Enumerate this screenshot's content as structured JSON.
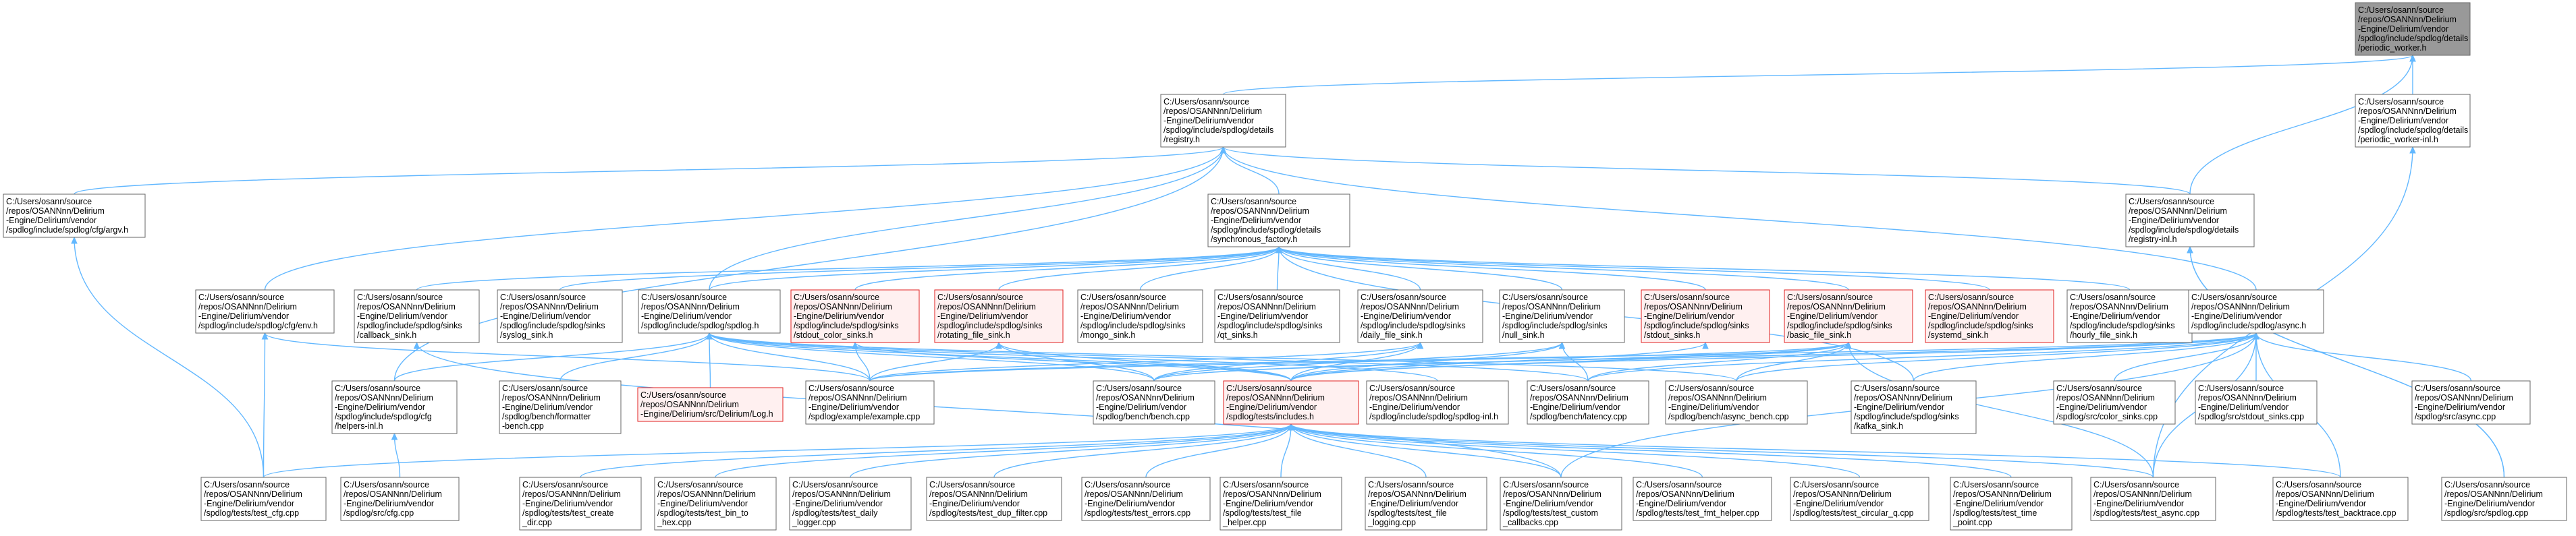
{
  "graph": {
    "edge_color": "#63b8ff",
    "root_fill": "#999999",
    "highlight_border": "#e02020",
    "nodes": [
      {
        "id": "periodic_worker",
        "kind": "root",
        "lines": [
          "C:/Users/osann/source",
          "/repos/OSANNnn/Delirium",
          "-Engine/Delirium/vendor",
          "/spdlog/include/spdlog/details",
          "/periodic_worker.h"
        ]
      },
      {
        "id": "registry",
        "lines": [
          "C:/Users/osann/source",
          "/repos/OSANNnn/Delirium",
          "-Engine/Delirium/vendor",
          "/spdlog/include/spdlog/details",
          "/registry.h"
        ]
      },
      {
        "id": "periodic_worker_inl",
        "lines": [
          "C:/Users/osann/source",
          "/repos/OSANNnn/Delirium",
          "-Engine/Delirium/vendor",
          "/spdlog/include/spdlog/details",
          "/periodic_worker-inl.h"
        ]
      },
      {
        "id": "cfg_argv",
        "lines": [
          "C:/Users/osann/source",
          "/repos/OSANNnn/Delirium",
          "-Engine/Delirium/vendor",
          "/spdlog/include/spdlog/cfg/argv.h"
        ]
      },
      {
        "id": "synchronous_factory",
        "lines": [
          "C:/Users/osann/source",
          "/repos/OSANNnn/Delirium",
          "-Engine/Delirium/vendor",
          "/spdlog/include/spdlog/details",
          "/synchronous_factory.h"
        ]
      },
      {
        "id": "registry_inl",
        "lines": [
          "C:/Users/osann/source",
          "/repos/OSANNnn/Delirium",
          "-Engine/Delirium/vendor",
          "/spdlog/include/spdlog/details",
          "/registry-inl.h"
        ]
      },
      {
        "id": "cfg_env",
        "lines": [
          "C:/Users/osann/source",
          "/repos/OSANNnn/Delirium",
          "-Engine/Delirium/vendor",
          "/spdlog/include/spdlog/cfg/env.h"
        ]
      },
      {
        "id": "callback_sink",
        "lines": [
          "C:/Users/osann/source",
          "/repos/OSANNnn/Delirium",
          "-Engine/Delirium/vendor",
          "/spdlog/include/spdlog/sinks",
          "/callback_sink.h"
        ]
      },
      {
        "id": "syslog_sink",
        "lines": [
          "C:/Users/osann/source",
          "/repos/OSANNnn/Delirium",
          "-Engine/Delirium/vendor",
          "/spdlog/include/spdlog/sinks",
          "/syslog_sink.h"
        ]
      },
      {
        "id": "spdlog_h",
        "lines": [
          "C:/Users/osann/source",
          "/repos/OSANNnn/Delirium",
          "-Engine/Delirium/vendor",
          "/spdlog/include/spdlog/spdlog.h"
        ]
      },
      {
        "id": "stdout_color_sinks",
        "kind": "hl",
        "lines": [
          "C:/Users/osann/source",
          "/repos/OSANNnn/Delirium",
          "-Engine/Delirium/vendor",
          "/spdlog/include/spdlog/sinks",
          "/stdout_color_sinks.h"
        ]
      },
      {
        "id": "rotating_file_sink",
        "kind": "hl",
        "lines": [
          "C:/Users/osann/source",
          "/repos/OSANNnn/Delirium",
          "-Engine/Delirium/vendor",
          "/spdlog/include/spdlog/sinks",
          "/rotating_file_sink.h"
        ]
      },
      {
        "id": "mongo_sink",
        "lines": [
          "C:/Users/osann/source",
          "/repos/OSANNnn/Delirium",
          "-Engine/Delirium/vendor",
          "/spdlog/include/spdlog/sinks",
          "/mongo_sink.h"
        ]
      },
      {
        "id": "qt_sinks",
        "lines": [
          "C:/Users/osann/source",
          "/repos/OSANNnn/Delirium",
          "-Engine/Delirium/vendor",
          "/spdlog/include/spdlog/sinks",
          "/qt_sinks.h"
        ]
      },
      {
        "id": "daily_file_sink",
        "lines": [
          "C:/Users/osann/source",
          "/repos/OSANNnn/Delirium",
          "-Engine/Delirium/vendor",
          "/spdlog/include/spdlog/sinks",
          "/daily_file_sink.h"
        ]
      },
      {
        "id": "null_sink",
        "lines": [
          "C:/Users/osann/source",
          "/repos/OSANNnn/Delirium",
          "-Engine/Delirium/vendor",
          "/spdlog/include/spdlog/sinks",
          "/null_sink.h"
        ]
      },
      {
        "id": "stdout_sinks",
        "kind": "hl",
        "lines": [
          "C:/Users/osann/source",
          "/repos/OSANNnn/Delirium",
          "-Engine/Delirium/vendor",
          "/spdlog/include/spdlog/sinks",
          "/stdout_sinks.h"
        ]
      },
      {
        "id": "basic_file_sink",
        "kind": "hl",
        "lines": [
          "C:/Users/osann/source",
          "/repos/OSANNnn/Delirium",
          "-Engine/Delirium/vendor",
          "/spdlog/include/spdlog/sinks",
          "/basic_file_sink.h"
        ]
      },
      {
        "id": "systemd_sink",
        "kind": "hl",
        "lines": [
          "C:/Users/osann/source",
          "/repos/OSANNnn/Delirium",
          "-Engine/Delirium/vendor",
          "/spdlog/include/spdlog/sinks",
          "/systemd_sink.h"
        ]
      },
      {
        "id": "hourly_file_sink",
        "lines": [
          "C:/Users/osann/source",
          "/repos/OSANNnn/Delirium",
          "-Engine/Delirium/vendor",
          "/spdlog/include/spdlog/sinks",
          "/hourly_file_sink.h"
        ]
      },
      {
        "id": "async_h",
        "lines": [
          "C:/Users/osann/source",
          "/repos/OSANNnn/Delirium",
          "-Engine/Delirium/vendor",
          "/spdlog/include/spdlog/async.h"
        ]
      },
      {
        "id": "helpers_inl",
        "lines": [
          "C:/Users/osann/source",
          "/repos/OSANNnn/Delirium",
          "-Engine/Delirium/vendor",
          "/spdlog/include/spdlog/cfg",
          "/helpers-inl.h"
        ]
      },
      {
        "id": "formatter_bench",
        "lines": [
          "C:/Users/osann/source",
          "/repos/OSANNnn/Delirium",
          "-Engine/Delirium/vendor",
          "/spdlog/bench/formatter",
          "-bench.cpp"
        ]
      },
      {
        "id": "log_h",
        "kind": "hl",
        "lines": [
          "C:/Users/osann/source",
          "/repos/OSANNnn/Delirium",
          "-Engine/Delirium/src/Delirium/Log.h"
        ]
      },
      {
        "id": "example_cpp",
        "lines": [
          "C:/Users/osann/source",
          "/repos/OSANNnn/Delirium",
          "-Engine/Delirium/vendor",
          "/spdlog/example/example.cpp"
        ]
      },
      {
        "id": "bench_cpp",
        "lines": [
          "C:/Users/osann/source",
          "/repos/OSANNnn/Delirium",
          "-Engine/Delirium/vendor",
          "/spdlog/bench/bench.cpp"
        ]
      },
      {
        "id": "includes_h",
        "kind": "hl",
        "lines": [
          "C:/Users/osann/source",
          "/repos/OSANNnn/Delirium",
          "-Engine/Delirium/vendor",
          "/spdlog/tests/includes.h"
        ]
      },
      {
        "id": "spdlog_inl",
        "lines": [
          "C:/Users/osann/source",
          "/repos/OSANNnn/Delirium",
          "-Engine/Delirium/vendor",
          "/spdlog/include/spdlog/spdlog-inl.h"
        ]
      },
      {
        "id": "latency_cpp",
        "lines": [
          "C:/Users/osann/source",
          "/repos/OSANNnn/Delirium",
          "-Engine/Delirium/vendor",
          "/spdlog/bench/latency.cpp"
        ]
      },
      {
        "id": "async_bench_cpp",
        "lines": [
          "C:/Users/osann/source",
          "/repos/OSANNnn/Delirium",
          "-Engine/Delirium/vendor",
          "/spdlog/bench/async_bench.cpp"
        ]
      },
      {
        "id": "kafka_sink",
        "lines": [
          "C:/Users/osann/source",
          "/repos/OSANNnn/Delirium",
          "-Engine/Delirium/vendor",
          "/spdlog/include/spdlog/sinks",
          "/kafka_sink.h"
        ]
      },
      {
        "id": "color_sinks_cpp",
        "lines": [
          "C:/Users/osann/source",
          "/repos/OSANNnn/Delirium",
          "-Engine/Delirium/vendor",
          "/spdlog/src/color_sinks.cpp"
        ]
      },
      {
        "id": "stdout_sinks_cpp",
        "lines": [
          "C:/Users/osann/source",
          "/repos/OSANNnn/Delirium",
          "-Engine/Delirium/vendor",
          "/spdlog/src/stdout_sinks.cpp"
        ]
      },
      {
        "id": "async_cpp",
        "lines": [
          "C:/Users/osann/source",
          "/repos/OSANNnn/Delirium",
          "-Engine/Delirium/vendor",
          "/spdlog/src/async.cpp"
        ]
      },
      {
        "id": "test_cfg",
        "lines": [
          "C:/Users/osann/source",
          "/repos/OSANNnn/Delirium",
          "-Engine/Delirium/vendor",
          "/spdlog/tests/test_cfg.cpp"
        ]
      },
      {
        "id": "src_cfg",
        "lines": [
          "C:/Users/osann/source",
          "/repos/OSANNnn/Delirium",
          "-Engine/Delirium/vendor",
          "/spdlog/src/cfg.cpp"
        ]
      },
      {
        "id": "test_create_dir",
        "lines": [
          "C:/Users/osann/source",
          "/repos/OSANNnn/Delirium",
          "-Engine/Delirium/vendor",
          "/spdlog/tests/test_create",
          "_dir.cpp"
        ]
      },
      {
        "id": "test_bin_to_hex",
        "lines": [
          "C:/Users/osann/source",
          "/repos/OSANNnn/Delirium",
          "-Engine/Delirium/vendor",
          "/spdlog/tests/test_bin_to",
          "_hex.cpp"
        ]
      },
      {
        "id": "test_daily_logger",
        "lines": [
          "C:/Users/osann/source",
          "/repos/OSANNnn/Delirium",
          "-Engine/Delirium/vendor",
          "/spdlog/tests/test_daily",
          "_logger.cpp"
        ]
      },
      {
        "id": "test_dup_filter",
        "lines": [
          "C:/Users/osann/source",
          "/repos/OSANNnn/Delirium",
          "-Engine/Delirium/vendor",
          "/spdlog/tests/test_dup_filter.cpp"
        ]
      },
      {
        "id": "test_errors",
        "lines": [
          "C:/Users/osann/source",
          "/repos/OSANNnn/Delirium",
          "-Engine/Delirium/vendor",
          "/spdlog/tests/test_errors.cpp"
        ]
      },
      {
        "id": "test_file_helper",
        "lines": [
          "C:/Users/osann/source",
          "/repos/OSANNnn/Delirium",
          "-Engine/Delirium/vendor",
          "/spdlog/tests/test_file",
          "_helper.cpp"
        ]
      },
      {
        "id": "test_file_logging",
        "lines": [
          "C:/Users/osann/source",
          "/repos/OSANNnn/Delirium",
          "-Engine/Delirium/vendor",
          "/spdlog/tests/test_file",
          "_logging.cpp"
        ]
      },
      {
        "id": "test_custom_callbacks",
        "lines": [
          "C:/Users/osann/source",
          "/repos/OSANNnn/Delirium",
          "-Engine/Delirium/vendor",
          "/spdlog/tests/test_custom",
          "_callbacks.cpp"
        ]
      },
      {
        "id": "test_fmt_helper",
        "lines": [
          "C:/Users/osann/source",
          "/repos/OSANNnn/Delirium",
          "-Engine/Delirium/vendor",
          "/spdlog/tests/test_fmt_helper.cpp"
        ]
      },
      {
        "id": "test_circular_q",
        "lines": [
          "C:/Users/osann/source",
          "/repos/OSANNnn/Delirium",
          "-Engine/Delirium/vendor",
          "/spdlog/tests/test_circular_q.cpp"
        ]
      },
      {
        "id": "test_time_point",
        "lines": [
          "C:/Users/osann/source",
          "/repos/OSANNnn/Delirium",
          "-Engine/Delirium/vendor",
          "/spdlog/tests/test_time",
          "_point.cpp"
        ]
      },
      {
        "id": "test_async",
        "lines": [
          "C:/Users/osann/source",
          "/repos/OSANNnn/Delirium",
          "-Engine/Delirium/vendor",
          "/spdlog/tests/test_async.cpp"
        ]
      },
      {
        "id": "test_backtrace",
        "lines": [
          "C:/Users/osann/source",
          "/repos/OSANNnn/Delirium",
          "-Engine/Delirium/vendor",
          "/spdlog/tests/test_backtrace.cpp"
        ]
      },
      {
        "id": "src_spdlog_cpp",
        "lines": [
          "C:/Users/osann/source",
          "/repos/OSANNnn/Delirium",
          "-Engine/Delirium/vendor",
          "/spdlog/src/spdlog.cpp"
        ]
      }
    ],
    "edges": [
      [
        "periodic_worker",
        "registry"
      ],
      [
        "periodic_worker",
        "periodic_worker_inl"
      ],
      [
        "periodic_worker",
        "registry_inl"
      ],
      [
        "registry",
        "cfg_argv"
      ],
      [
        "registry",
        "synchronous_factory"
      ],
      [
        "registry",
        "registry_inl"
      ],
      [
        "registry",
        "cfg_env"
      ],
      [
        "registry",
        "spdlog_h"
      ],
      [
        "registry",
        "async_h"
      ],
      [
        "registry",
        "helpers_inl"
      ],
      [
        "periodic_worker_inl",
        "test_async"
      ],
      [
        "cfg_argv",
        "test_cfg"
      ],
      [
        "synchronous_factory",
        "callback_sink"
      ],
      [
        "synchronous_factory",
        "syslog_sink"
      ],
      [
        "synchronous_factory",
        "spdlog_h"
      ],
      [
        "synchronous_factory",
        "stdout_color_sinks"
      ],
      [
        "synchronous_factory",
        "rotating_file_sink"
      ],
      [
        "synchronous_factory",
        "mongo_sink"
      ],
      [
        "synchronous_factory",
        "qt_sinks"
      ],
      [
        "synchronous_factory",
        "daily_file_sink"
      ],
      [
        "synchronous_factory",
        "null_sink"
      ],
      [
        "synchronous_factory",
        "stdout_sinks"
      ],
      [
        "synchronous_factory",
        "basic_file_sink"
      ],
      [
        "synchronous_factory",
        "systemd_sink"
      ],
      [
        "synchronous_factory",
        "hourly_file_sink"
      ],
      [
        "synchronous_factory",
        "kafka_sink"
      ],
      [
        "registry_inl",
        "src_spdlog_cpp"
      ],
      [
        "cfg_env",
        "test_cfg"
      ],
      [
        "cfg_env",
        "example_cpp"
      ],
      [
        "callback_sink",
        "test_custom_callbacks"
      ],
      [
        "spdlog_h",
        "helpers_inl"
      ],
      [
        "spdlog_h",
        "formatter_bench"
      ],
      [
        "spdlog_h",
        "log_h"
      ],
      [
        "spdlog_h",
        "example_cpp"
      ],
      [
        "spdlog_h",
        "bench_cpp"
      ],
      [
        "spdlog_h",
        "includes_h"
      ],
      [
        "spdlog_h",
        "spdlog_inl"
      ],
      [
        "spdlog_h",
        "latency_cpp"
      ],
      [
        "spdlog_h",
        "async_bench_cpp"
      ],
      [
        "stdout_color_sinks",
        "example_cpp"
      ],
      [
        "stdout_color_sinks",
        "includes_h"
      ],
      [
        "rotating_file_sink",
        "example_cpp"
      ],
      [
        "rotating_file_sink",
        "includes_h"
      ],
      [
        "rotating_file_sink",
        "bench_cpp"
      ],
      [
        "daily_file_sink",
        "example_cpp"
      ],
      [
        "daily_file_sink",
        "includes_h"
      ],
      [
        "daily_file_sink",
        "bench_cpp"
      ],
      [
        "null_sink",
        "includes_h"
      ],
      [
        "null_sink",
        "latency_cpp"
      ],
      [
        "null_sink",
        "bench_cpp"
      ],
      [
        "stdout_sinks",
        "includes_h"
      ],
      [
        "basic_file_sink",
        "example_cpp"
      ],
      [
        "basic_file_sink",
        "includes_h"
      ],
      [
        "basic_file_sink",
        "bench_cpp"
      ],
      [
        "basic_file_sink",
        "latency_cpp"
      ],
      [
        "basic_file_sink",
        "async_bench_cpp"
      ],
      [
        "basic_file_sink",
        "test_async"
      ],
      [
        "async_h",
        "example_cpp"
      ],
      [
        "async_h",
        "includes_h"
      ],
      [
        "async_h",
        "bench_cpp"
      ],
      [
        "async_h",
        "latency_cpp"
      ],
      [
        "async_h",
        "async_bench_cpp"
      ],
      [
        "async_h",
        "kafka_sink"
      ],
      [
        "async_h",
        "color_sinks_cpp"
      ],
      [
        "async_h",
        "stdout_sinks_cpp"
      ],
      [
        "async_h",
        "async_cpp"
      ],
      [
        "async_h",
        "test_async"
      ],
      [
        "async_h",
        "test_backtrace"
      ],
      [
        "async_h",
        "test_custom_callbacks"
      ],
      [
        "helpers_inl",
        "src_cfg"
      ],
      [
        "registry_inl",
        "src_spdlog_cpp"
      ],
      [
        "includes_h",
        "test_cfg"
      ],
      [
        "includes_h",
        "test_create_dir"
      ],
      [
        "includes_h",
        "test_bin_to_hex"
      ],
      [
        "includes_h",
        "test_daily_logger"
      ],
      [
        "includes_h",
        "test_dup_filter"
      ],
      [
        "includes_h",
        "test_errors"
      ],
      [
        "includes_h",
        "test_file_helper"
      ],
      [
        "includes_h",
        "test_file_logging"
      ],
      [
        "includes_h",
        "test_custom_callbacks"
      ],
      [
        "includes_h",
        "test_fmt_helper"
      ],
      [
        "includes_h",
        "test_circular_q"
      ],
      [
        "includes_h",
        "test_time_point"
      ],
      [
        "includes_h",
        "test_async"
      ],
      [
        "includes_h",
        "test_backtrace"
      ]
    ]
  }
}
